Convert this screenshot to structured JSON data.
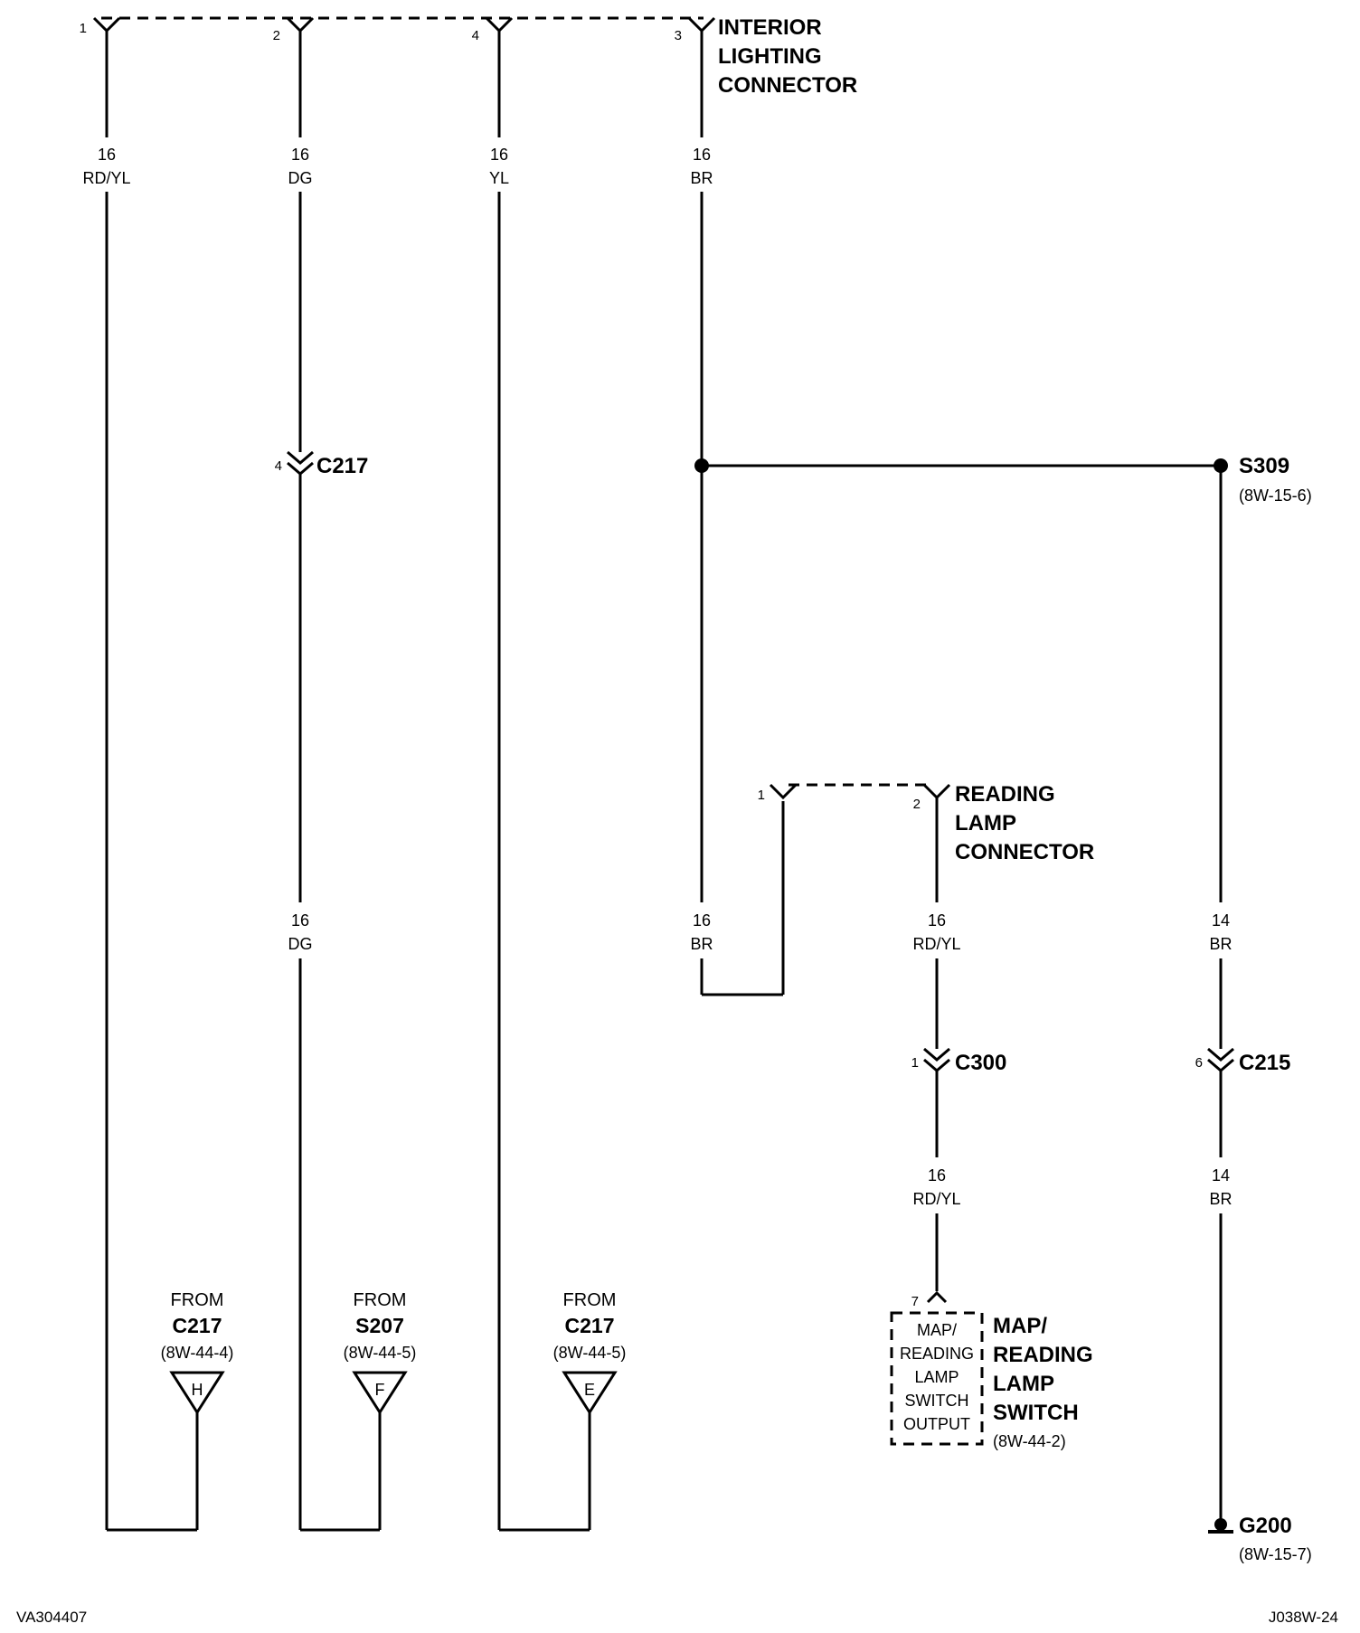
{
  "interior_connector": {
    "label_lines": [
      "INTERIOR",
      "LIGHTING",
      "CONNECTOR"
    ],
    "pins": [
      "1",
      "2",
      "4",
      "3"
    ]
  },
  "wires": {
    "rdyl_left": {
      "gauge": "16",
      "color": "RD/YL"
    },
    "dg_upper": {
      "gauge": "16",
      "color": "DG"
    },
    "yl": {
      "gauge": "16",
      "color": "YL"
    },
    "br_upper": {
      "gauge": "16",
      "color": "BR"
    },
    "dg_lower": {
      "gauge": "16",
      "color": "DG"
    },
    "br_lower": {
      "gauge": "16",
      "color": "BR"
    },
    "rdyl_mid": {
      "gauge": "16",
      "color": "RD/YL"
    },
    "rdyl_low": {
      "gauge": "16",
      "color": "RD/YL"
    },
    "br14_upper": {
      "gauge": "14",
      "color": "BR"
    },
    "br14_lower": {
      "gauge": "14",
      "color": "BR"
    }
  },
  "inline_connectors": {
    "c217": {
      "pin": "4",
      "id": "C217"
    },
    "c300": {
      "pin": "1",
      "id": "C300"
    },
    "c215": {
      "pin": "6",
      "id": "C215"
    }
  },
  "splice": {
    "id": "S309",
    "ref": "(8W-15-6)"
  },
  "reading_connector": {
    "label_lines": [
      "READING",
      "LAMP",
      "CONNECTOR"
    ],
    "pins": [
      "1",
      "2"
    ]
  },
  "switch": {
    "pin": "7",
    "inner_lines": [
      "MAP/",
      "READING",
      "LAMP",
      "SWITCH",
      "OUTPUT"
    ],
    "label_lines": [
      "MAP/",
      "READING",
      "LAMP",
      "SWITCH"
    ],
    "ref": "(8W-44-2)"
  },
  "ground": {
    "id": "G200",
    "ref": "(8W-15-7)"
  },
  "from_refs": [
    {
      "from": "FROM",
      "id": "C217",
      "ref": "(8W-44-4)",
      "letter": "H"
    },
    {
      "from": "FROM",
      "id": "S207",
      "ref": "(8W-44-5)",
      "letter": "F"
    },
    {
      "from": "FROM",
      "id": "C217",
      "ref": "(8W-44-5)",
      "letter": "E"
    }
  ],
  "footer": {
    "left": "VA304407",
    "right": "J038W-24"
  }
}
